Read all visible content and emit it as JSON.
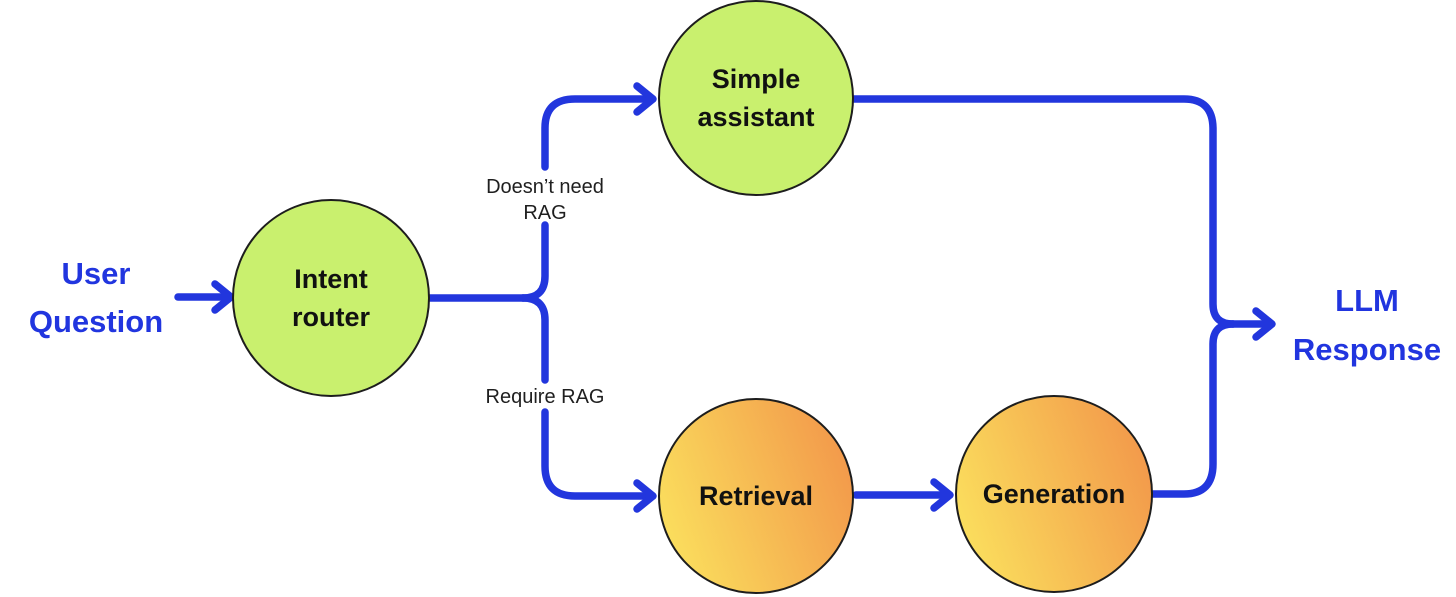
{
  "colors": {
    "line-blue": "#2236dd",
    "text-blue": "#2135df",
    "node-green": "#c9f06e",
    "orange-from": "#fbe25e",
    "orange-to": "#f2964a",
    "node-border": "#1d1d1d",
    "label-dark": "#1f1f1f",
    "background": "#ffffff"
  },
  "diagram": {
    "start": {
      "label": "User\nQuestion"
    },
    "end": {
      "label": "LLM\nResponse"
    },
    "nodes": {
      "intent_router": {
        "label": "Intent\nrouter"
      },
      "simple_assistant": {
        "label": "Simple\nassistant"
      },
      "retrieval": {
        "label": "Retrieval"
      },
      "generation": {
        "label": "Generation"
      }
    },
    "edges": {
      "no_rag": {
        "label": "Doesn’t need\nRAG"
      },
      "rag": {
        "label": "Require RAG"
      }
    }
  }
}
